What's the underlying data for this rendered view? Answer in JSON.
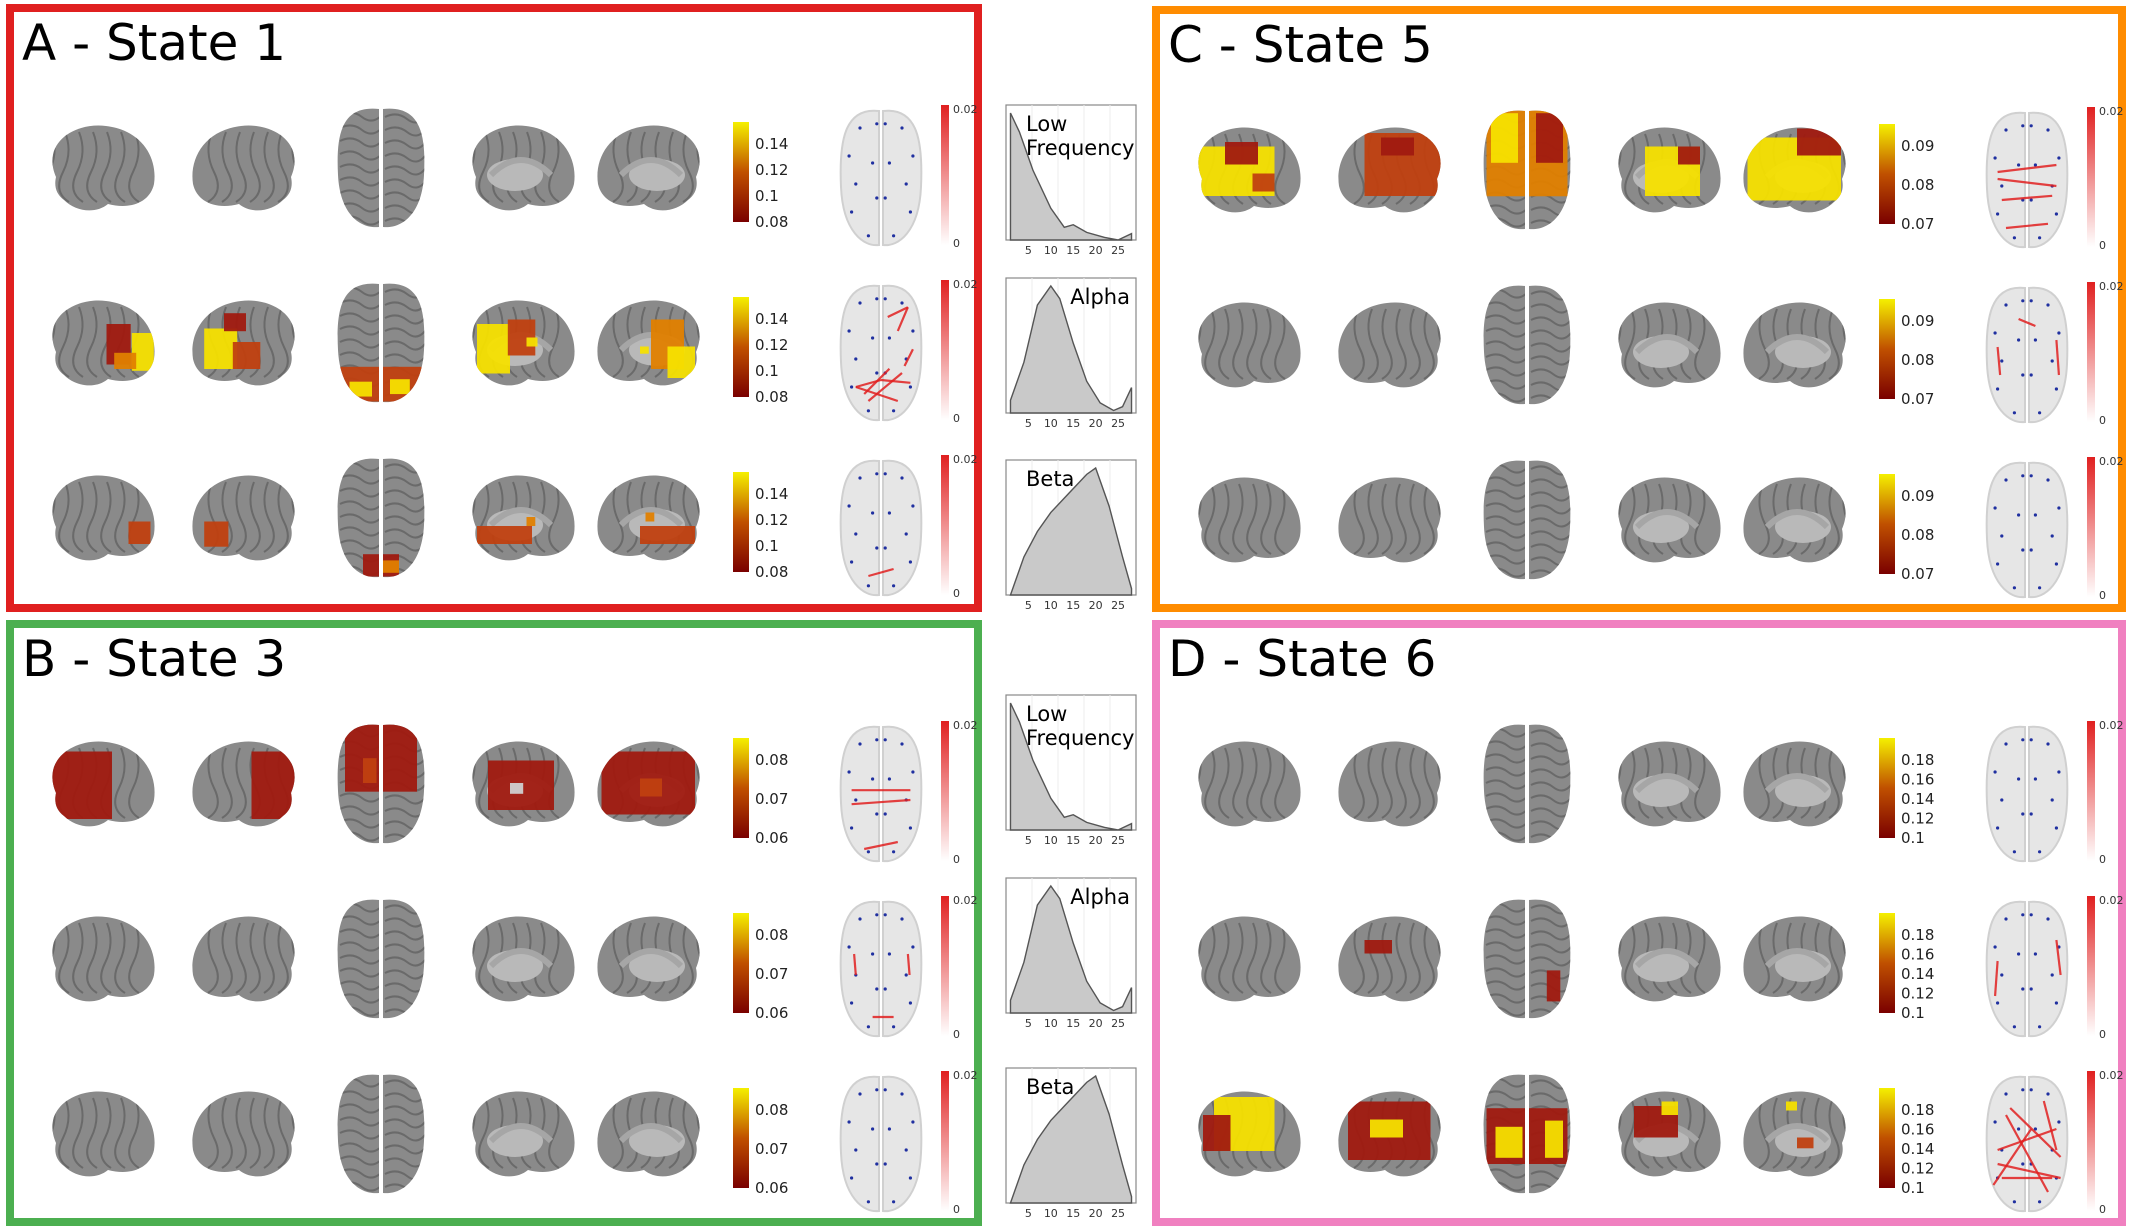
{
  "panels": [
    {
      "label": "A - State 1",
      "border_color": "#e02020",
      "rows": [
        {
          "activation": [
            [],
            [],
            [],
            [],
            []
          ],
          "colorbar": [
            "0.14",
            "0.12",
            "0.1",
            "0.08"
          ],
          "conn": {
            "max": "0.02",
            "min": "0",
            "lines": []
          }
        },
        {
          "activation": [
            [
              [
                0.55,
                0.3,
                0.22,
                0.45,
                "#a01a10"
              ],
              [
                0.78,
                0.4,
                0.2,
                0.42,
                "#f5e000"
              ],
              [
                0.62,
                0.62,
                0.2,
                0.18,
                "#e08000"
              ]
            ],
            [
              [
                0.12,
                0.35,
                0.3,
                0.45,
                "#f5e000"
              ],
              [
                0.38,
                0.5,
                0.25,
                0.3,
                "#c04010"
              ],
              [
                0.3,
                0.18,
                0.2,
                0.2,
                "#a01a10"
              ]
            ],
            [
              [
                0.05,
                0.7,
                0.9,
                0.28,
                "#c04010"
              ],
              [
                0.15,
                0.82,
                0.25,
                0.12,
                "#f5e000"
              ],
              [
                0.6,
                0.8,
                0.22,
                0.12,
                "#f5e000"
              ]
            ],
            [
              [
                0.1,
                0.3,
                0.3,
                0.55,
                "#f5e000"
              ],
              [
                0.38,
                0.25,
                0.25,
                0.4,
                "#c04010"
              ],
              [
                0.55,
                0.45,
                0.1,
                0.1,
                "#f5e000"
              ]
            ],
            [
              [
                0.5,
                0.25,
                0.3,
                0.55,
                "#e08000"
              ],
              [
                0.65,
                0.55,
                0.25,
                0.35,
                "#f5e000"
              ],
              [
                0.4,
                0.55,
                0.08,
                0.08,
                "#f5e000"
              ]
            ]
          ],
          "colorbar": [
            "0.14",
            "0.12",
            "0.1",
            "0.08"
          ],
          "conn": {
            "max": "0.02",
            "min": "0",
            "lines": [
              [
                0.2,
                0.75,
                0.5,
                0.7
              ],
              [
                0.2,
                0.75,
                0.7,
                0.85
              ],
              [
                0.35,
                0.85,
                0.75,
                0.65
              ],
              [
                0.5,
                0.7,
                0.85,
                0.72
              ],
              [
                0.3,
                0.8,
                0.6,
                0.62
              ],
              [
                0.7,
                0.35,
                0.82,
                0.18
              ],
              [
                0.58,
                0.25,
                0.82,
                0.18
              ],
              [
                0.78,
                0.6,
                0.88,
                0.48
              ]
            ]
          }
        },
        {
          "activation": [
            [
              [
                0.75,
                0.55,
                0.2,
                0.25,
                "#c04010"
              ]
            ],
            [
              [
                0.12,
                0.55,
                0.22,
                0.28,
                "#c04010"
              ]
            ],
            [
              [
                0.3,
                0.8,
                0.4,
                0.18,
                "#a01a10"
              ],
              [
                0.5,
                0.85,
                0.2,
                0.1,
                "#e08000"
              ]
            ],
            [
              [
                0.1,
                0.6,
                0.5,
                0.2,
                "#c04010"
              ],
              [
                0.55,
                0.5,
                0.08,
                0.1,
                "#e08000"
              ]
            ],
            [
              [
                0.4,
                0.6,
                0.5,
                0.2,
                "#c04010"
              ],
              [
                0.45,
                0.45,
                0.08,
                0.1,
                "#e08000"
              ]
            ]
          ],
          "colorbar": [
            "0.14",
            "0.12",
            "0.1",
            "0.08"
          ],
          "conn": {
            "max": "0.02",
            "min": "0",
            "lines": [
              [
                0.35,
                0.85,
                0.65,
                0.8
              ]
            ]
          }
        }
      ]
    },
    {
      "label": "B - State 3",
      "border_color": "#4caf50",
      "rows": [
        {
          "activation": [
            [
              [
                0.05,
                0.15,
                0.55,
                0.75,
                "#a01a10"
              ]
            ],
            [
              [
                0.55,
                0.15,
                0.4,
                0.75,
                "#a01a10"
              ]
            ],
            [
              [
                0.1,
                0.02,
                0.8,
                0.55,
                "#a01a10"
              ],
              [
                0.3,
                0.3,
                0.15,
                0.2,
                "#c04010"
              ]
            ],
            [
              [
                0.2,
                0.25,
                0.6,
                0.55,
                "#a01a10"
              ],
              [
                0.4,
                0.5,
                0.12,
                0.12,
                "#d0d0d0"
              ]
            ],
            [
              [
                0.05,
                0.15,
                0.85,
                0.7,
                "#a01a10"
              ],
              [
                0.4,
                0.45,
                0.2,
                0.2,
                "#c04010"
              ]
            ]
          ],
          "colorbar": [
            "0.08",
            "0.07",
            "0.06"
          ],
          "conn": {
            "max": "0.02",
            "min": "0",
            "lines": [
              [
                0.15,
                0.48,
                0.85,
                0.48
              ],
              [
                0.15,
                0.58,
                0.85,
                0.55
              ],
              [
                0.3,
                0.9,
                0.7,
                0.85
              ]
            ]
          }
        },
        {
          "activation": [
            [],
            [],
            [],
            [],
            []
          ],
          "colorbar": [
            "0.08",
            "0.07",
            "0.06"
          ],
          "conn": {
            "max": "0.02",
            "min": "0",
            "lines": [
              [
                0.18,
                0.4,
                0.2,
                0.55
              ],
              [
                0.82,
                0.4,
                0.84,
                0.55
              ],
              [
                0.4,
                0.85,
                0.65,
                0.85
              ]
            ]
          }
        },
        {
          "activation": [
            [],
            [],
            [],
            [],
            []
          ],
          "colorbar": [
            "0.08",
            "0.07",
            "0.06"
          ],
          "conn": {
            "max": "0.02",
            "min": "0",
            "lines": []
          }
        }
      ]
    },
    {
      "label": "C - State 5",
      "border_color": "#ff8c00",
      "rows": [
        {
          "activation": [
            [
              [
                0.05,
                0.25,
                0.7,
                0.55,
                "#f5e000"
              ],
              [
                0.3,
                0.2,
                0.3,
                0.25,
                "#a01a10"
              ],
              [
                0.55,
                0.55,
                0.2,
                0.2,
                "#c04010"
              ]
            ],
            [
              [
                0.25,
                0.1,
                0.7,
                0.7,
                "#c04010"
              ],
              [
                0.4,
                0.15,
                0.3,
                0.2,
                "#a01a10"
              ]
            ],
            [
              [
                0.05,
                0.02,
                0.9,
                0.7,
                "#e08000"
              ],
              [
                0.1,
                0.05,
                0.3,
                0.4,
                "#f5e000"
              ],
              [
                0.6,
                0.05,
                0.3,
                0.4,
                "#a01a10"
              ]
            ],
            [
              [
                0.3,
                0.25,
                0.5,
                0.55,
                "#f5e000"
              ],
              [
                0.6,
                0.25,
                0.2,
                0.2,
                "#a01a10"
              ]
            ],
            [
              [
                0.05,
                0.15,
                0.85,
                0.7,
                "#f5e000"
              ],
              [
                0.5,
                0.05,
                0.4,
                0.3,
                "#a01a10"
              ]
            ]
          ],
          "colorbar": [
            "0.09",
            "0.08",
            "0.07"
          ],
          "conn": {
            "max": "0.02",
            "min": "0",
            "lines": [
              [
                0.15,
                0.45,
                0.85,
                0.4
              ],
              [
                0.15,
                0.5,
                0.85,
                0.55
              ],
              [
                0.2,
                0.65,
                0.8,
                0.62
              ],
              [
                0.25,
                0.85,
                0.75,
                0.82
              ]
            ]
          }
        },
        {
          "activation": [
            [],
            [],
            [],
            [],
            []
          ],
          "colorbar": [
            "0.09",
            "0.08",
            "0.07"
          ],
          "conn": {
            "max": "0.02",
            "min": "0",
            "lines": [
              [
                0.15,
                0.45,
                0.18,
                0.65
              ],
              [
                0.85,
                0.4,
                0.88,
                0.65
              ],
              [
                0.4,
                0.25,
                0.6,
                0.3
              ]
            ]
          }
        },
        {
          "activation": [
            [],
            [],
            [],
            [],
            []
          ],
          "colorbar": [
            "0.09",
            "0.08",
            "0.07"
          ],
          "conn": {
            "max": "0.02",
            "min": "0",
            "lines": []
          }
        }
      ]
    },
    {
      "label": "D - State 6",
      "border_color": "#f080c0",
      "rows": [
        {
          "activation": [
            [],
            [],
            [],
            [],
            []
          ],
          "colorbar": [
            "0.18",
            "0.16",
            "0.14",
            "0.12",
            "0.1"
          ],
          "conn": {
            "max": "0.02",
            "min": "0",
            "lines": []
          }
        },
        {
          "activation": [
            [],
            [
              [
                0.25,
                0.3,
                0.25,
                0.15,
                "#a01a10"
              ]
            ],
            [
              [
                0.72,
                0.6,
                0.15,
                0.25,
                "#a01a10"
              ]
            ],
            [],
            []
          ],
          "colorbar": [
            "0.18",
            "0.16",
            "0.14",
            "0.12",
            "0.1"
          ],
          "conn": {
            "max": "0.02",
            "min": "0",
            "lines": [
              [
                0.15,
                0.45,
                0.12,
                0.7
              ],
              [
                0.85,
                0.3,
                0.9,
                0.55
              ]
            ]
          }
        },
        {
          "activation": [
            [
              [
                0.2,
                0.1,
                0.55,
                0.6,
                "#f5e000"
              ],
              [
                0.1,
                0.3,
                0.25,
                0.4,
                "#a01a10"
              ]
            ],
            [
              [
                0.1,
                0.15,
                0.75,
                0.65,
                "#a01a10"
              ],
              [
                0.3,
                0.35,
                0.3,
                0.2,
                "#f5e000"
              ]
            ],
            [
              [
                0.05,
                0.3,
                0.9,
                0.45,
                "#a01a10"
              ],
              [
                0.15,
                0.45,
                0.3,
                0.25,
                "#f5e000"
              ],
              [
                0.7,
                0.4,
                0.2,
                0.3,
                "#f5e000"
              ]
            ],
            [
              [
                0.2,
                0.2,
                0.4,
                0.35,
                "#a01a10"
              ],
              [
                0.45,
                0.15,
                0.15,
                0.15,
                "#f5e000"
              ]
            ],
            [
              [
                0.4,
                0.15,
                0.1,
                0.1,
                "#f5e000"
              ],
              [
                0.5,
                0.55,
                0.15,
                0.12,
                "#c04010"
              ]
            ]
          ],
          "colorbar": [
            "0.18",
            "0.16",
            "0.14",
            "0.12",
            "0.1"
          ],
          "conn": {
            "max": "0.02",
            "min": "0",
            "lines": [
              [
                0.15,
                0.55,
                0.85,
                0.4
              ],
              [
                0.2,
                0.75,
                0.8,
                0.75
              ],
              [
                0.25,
                0.3,
                0.75,
                0.85
              ],
              [
                0.15,
                0.65,
                0.9,
                0.75
              ],
              [
                0.3,
                0.25,
                0.9,
                0.6
              ],
              [
                0.1,
                0.8,
                0.55,
                0.4
              ],
              [
                0.85,
                0.55,
                0.7,
                0.2
              ]
            ]
          }
        }
      ]
    }
  ],
  "spectra": [
    {
      "band": "Low\nFrequency",
      "ticks": [
        "5",
        "10",
        "15",
        "20",
        "25"
      ],
      "curve": [
        [
          1,
          1.0
        ],
        [
          3,
          0.85
        ],
        [
          6,
          0.55
        ],
        [
          10,
          0.25
        ],
        [
          13,
          0.1
        ],
        [
          15,
          0.12
        ],
        [
          18,
          0.06
        ],
        [
          22,
          0.02
        ],
        [
          25,
          0.0
        ],
        [
          28,
          0.05
        ]
      ]
    },
    {
      "band": "Alpha",
      "ticks": [
        "5",
        "10",
        "15",
        "20",
        "25"
      ],
      "curve": [
        [
          1,
          0.1
        ],
        [
          4,
          0.4
        ],
        [
          7,
          0.85
        ],
        [
          10,
          1.0
        ],
        [
          12,
          0.9
        ],
        [
          15,
          0.55
        ],
        [
          18,
          0.25
        ],
        [
          21,
          0.08
        ],
        [
          24,
          0.02
        ],
        [
          26,
          0.05
        ],
        [
          28,
          0.2
        ]
      ]
    },
    {
      "band": "Beta",
      "ticks": [
        "5",
        "10",
        "15",
        "20",
        "25"
      ],
      "curve": [
        [
          1,
          0.0
        ],
        [
          4,
          0.3
        ],
        [
          7,
          0.5
        ],
        [
          10,
          0.65
        ],
        [
          14,
          0.8
        ],
        [
          18,
          0.95
        ],
        [
          20,
          1.0
        ],
        [
          23,
          0.7
        ],
        [
          26,
          0.3
        ],
        [
          28,
          0.05
        ]
      ]
    }
  ],
  "colors": {
    "brain": "#8a8a8a",
    "brain_dark": "#6a6a6a",
    "bar_top": "#f5f000",
    "bar_bottom": "#7a0000",
    "conn": "#e02020",
    "spectrum_fill": "#c9c9c9"
  }
}
